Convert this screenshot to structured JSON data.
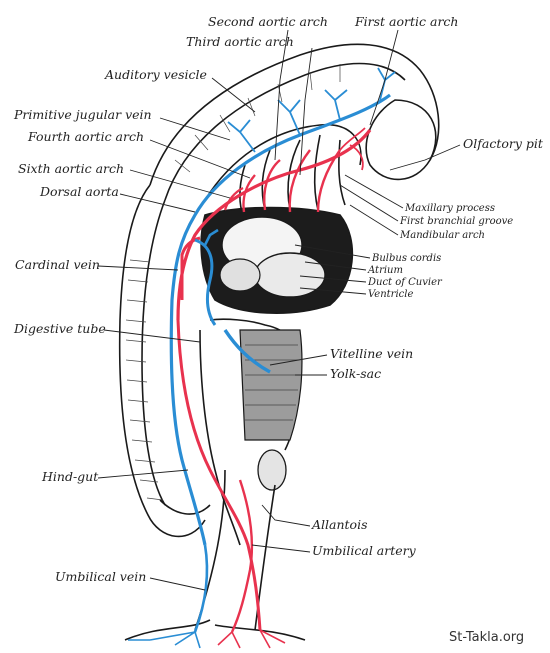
{
  "diagram": {
    "labels": {
      "second_aortic_arch": "Second aortic arch",
      "first_aortic_arch": "First aortic arch",
      "third_aortic_arch": "Third aortic arch",
      "auditory_vesicle": "Auditory vesicle",
      "primitive_jugular_vein": "Primitive jugular vein",
      "fourth_aortic_arch": "Fourth aortic arch",
      "olfactory_pit": "Olfactory pit",
      "sixth_aortic_arch": "Sixth aortic arch",
      "dorsal_aorta": "Dorsal aorta",
      "maxillary_process": "Maxillary process",
      "first_branchial_groove": "First branchial groove",
      "mandibular_arch": "Mandibular arch",
      "bulbus_cordis": "Bulbus cordis",
      "cardinal_vein": "Cardinal vein",
      "atrium": "Atrium",
      "duct_of_cuvier": "Duct of Cuvier",
      "ventricle": "Ventricle",
      "digestive_tube": "Digestive tube",
      "vitelline_vein": "Vitelline vein",
      "yolk_sac": "Yolk-sac",
      "hind_gut": "Hind-gut",
      "allantois": "Allantois",
      "umbilical_artery": "Umbilical artery",
      "umbilical_vein": "Umbilical vein"
    },
    "colors": {
      "artery": "#e8324e",
      "vein": "#2a8dd4",
      "outline": "#1a1a1a"
    }
  },
  "watermark": "St-Takla.org"
}
